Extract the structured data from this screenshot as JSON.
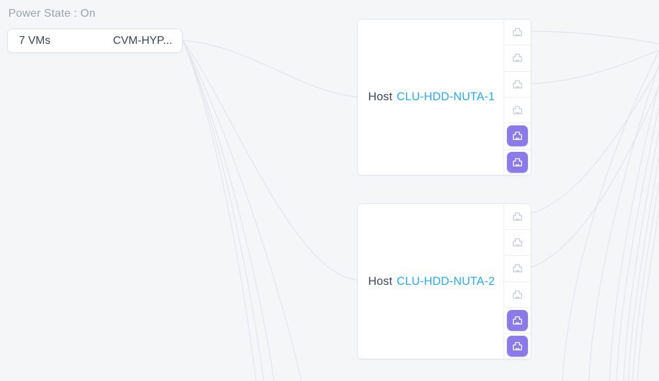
{
  "filter": {
    "label": "Power State : On"
  },
  "vm_group": {
    "count": "7 VMs",
    "name": "CVM-HYP..."
  },
  "hosts": [
    {
      "label_prefix": "Host",
      "name": "CLU-HDD-NUTA-1",
      "vm_slots": [
        {
          "powered": false
        },
        {
          "powered": false
        },
        {
          "powered": false
        },
        {
          "powered": false
        },
        {
          "powered": true
        },
        {
          "powered": true
        }
      ]
    },
    {
      "label_prefix": "Host",
      "name": "CLU-HDD-NUTA-2",
      "vm_slots": [
        {
          "powered": false
        },
        {
          "powered": false
        },
        {
          "powered": false
        },
        {
          "powered": false
        },
        {
          "powered": true
        },
        {
          "powered": true
        }
      ]
    }
  ],
  "colors": {
    "page_bg": "#f5f6f8",
    "connection_line": "#e2e5eb",
    "host_link": "#29a9f5",
    "vm_powered": "#8b7ae8",
    "text_dark": "#3c4654",
    "text_muted": "#9aa3b4"
  }
}
